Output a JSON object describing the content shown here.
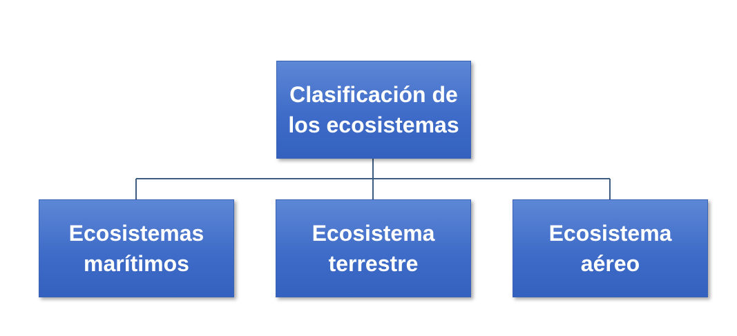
{
  "diagram": {
    "root": {
      "label": "Clasificación de\nlos ecosistemas"
    },
    "children": [
      {
        "label": "Ecosistemas\nmarítimos"
      },
      {
        "label": "Ecosistema\nterrestre"
      },
      {
        "label": "Ecosistema\naéreo"
      }
    ]
  },
  "colors": {
    "box_fill": "#4472c4",
    "box_text": "#ffffff",
    "connector": "#3d5a80"
  }
}
